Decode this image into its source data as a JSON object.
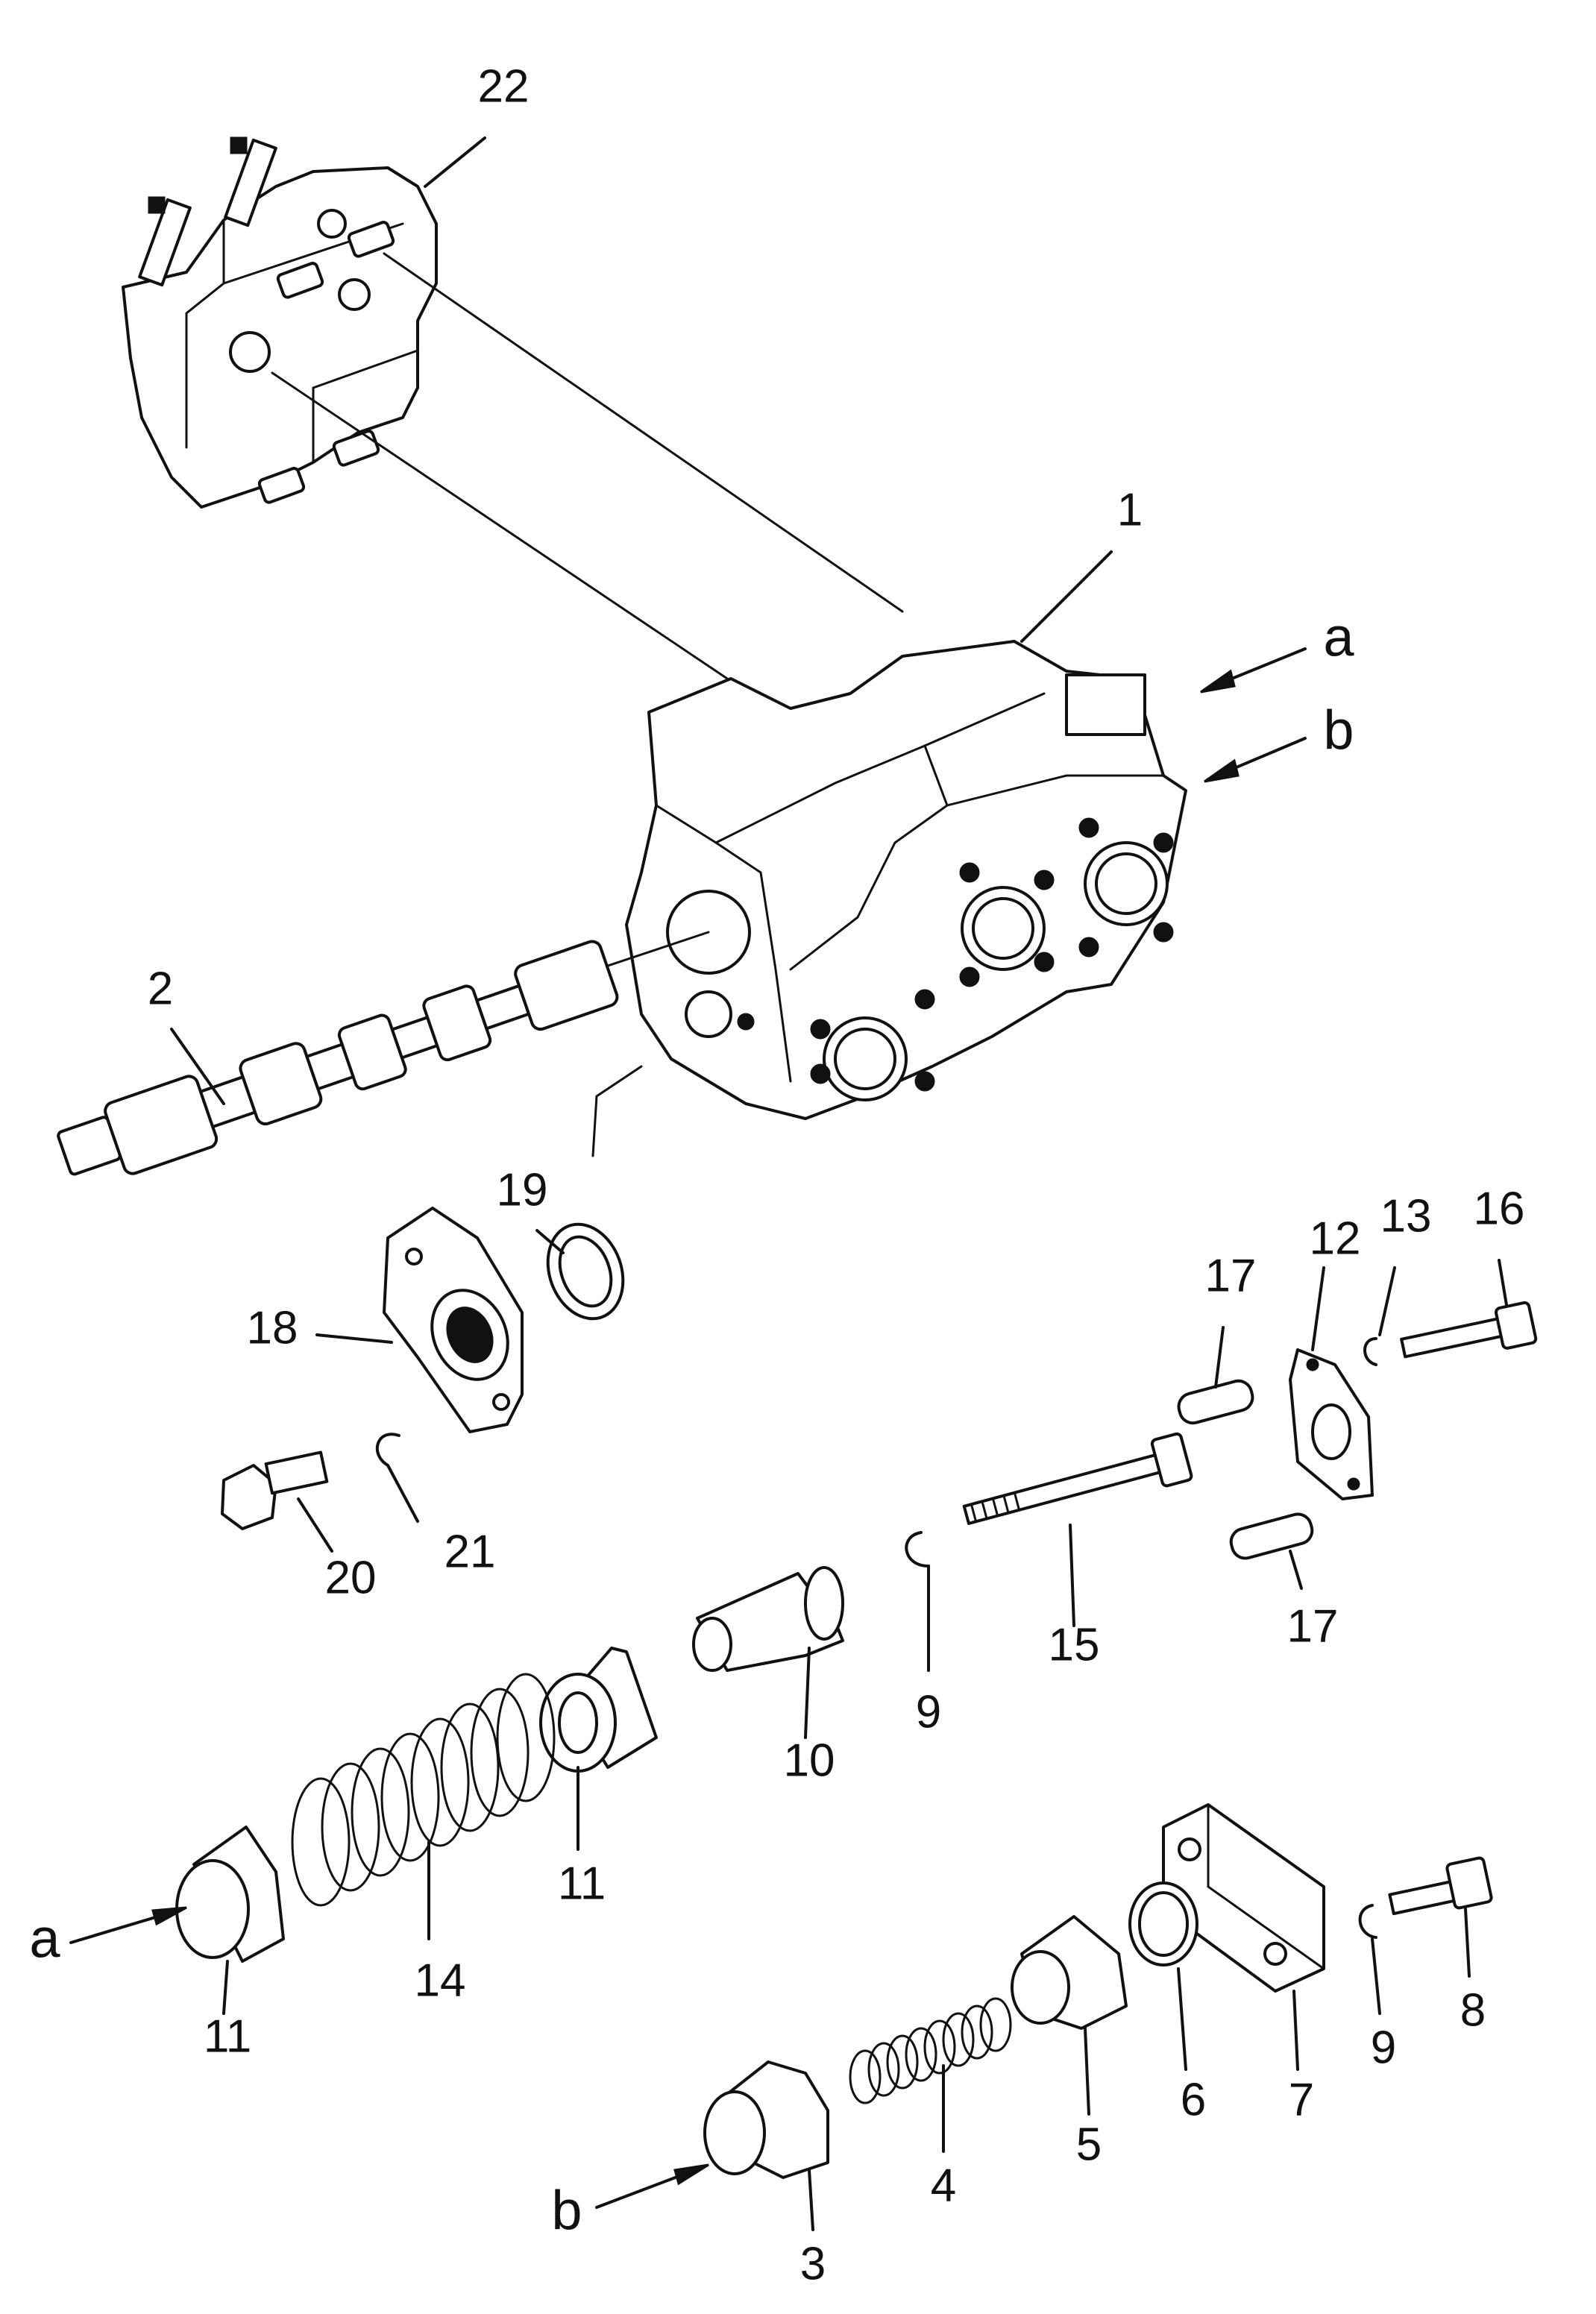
{
  "callouts": {
    "c22": "22",
    "c1": "1",
    "c2": "2",
    "c19": "19",
    "c18": "18",
    "c20": "20",
    "c21": "21",
    "c17a": "17",
    "c17b": "17",
    "c12": "12",
    "c13": "13",
    "c16": "16",
    "c15": "15",
    "c9a": "9",
    "c9b": "9",
    "c10": "10",
    "c11a": "11",
    "c11b": "11",
    "c14": "14",
    "c3": "3",
    "c4": "4",
    "c5": "5",
    "c6": "6",
    "c7": "7",
    "c8": "8"
  },
  "section_marks": {
    "a_top": "a",
    "b_top": "b",
    "a_bottom": "a",
    "b_bottom": "b"
  }
}
